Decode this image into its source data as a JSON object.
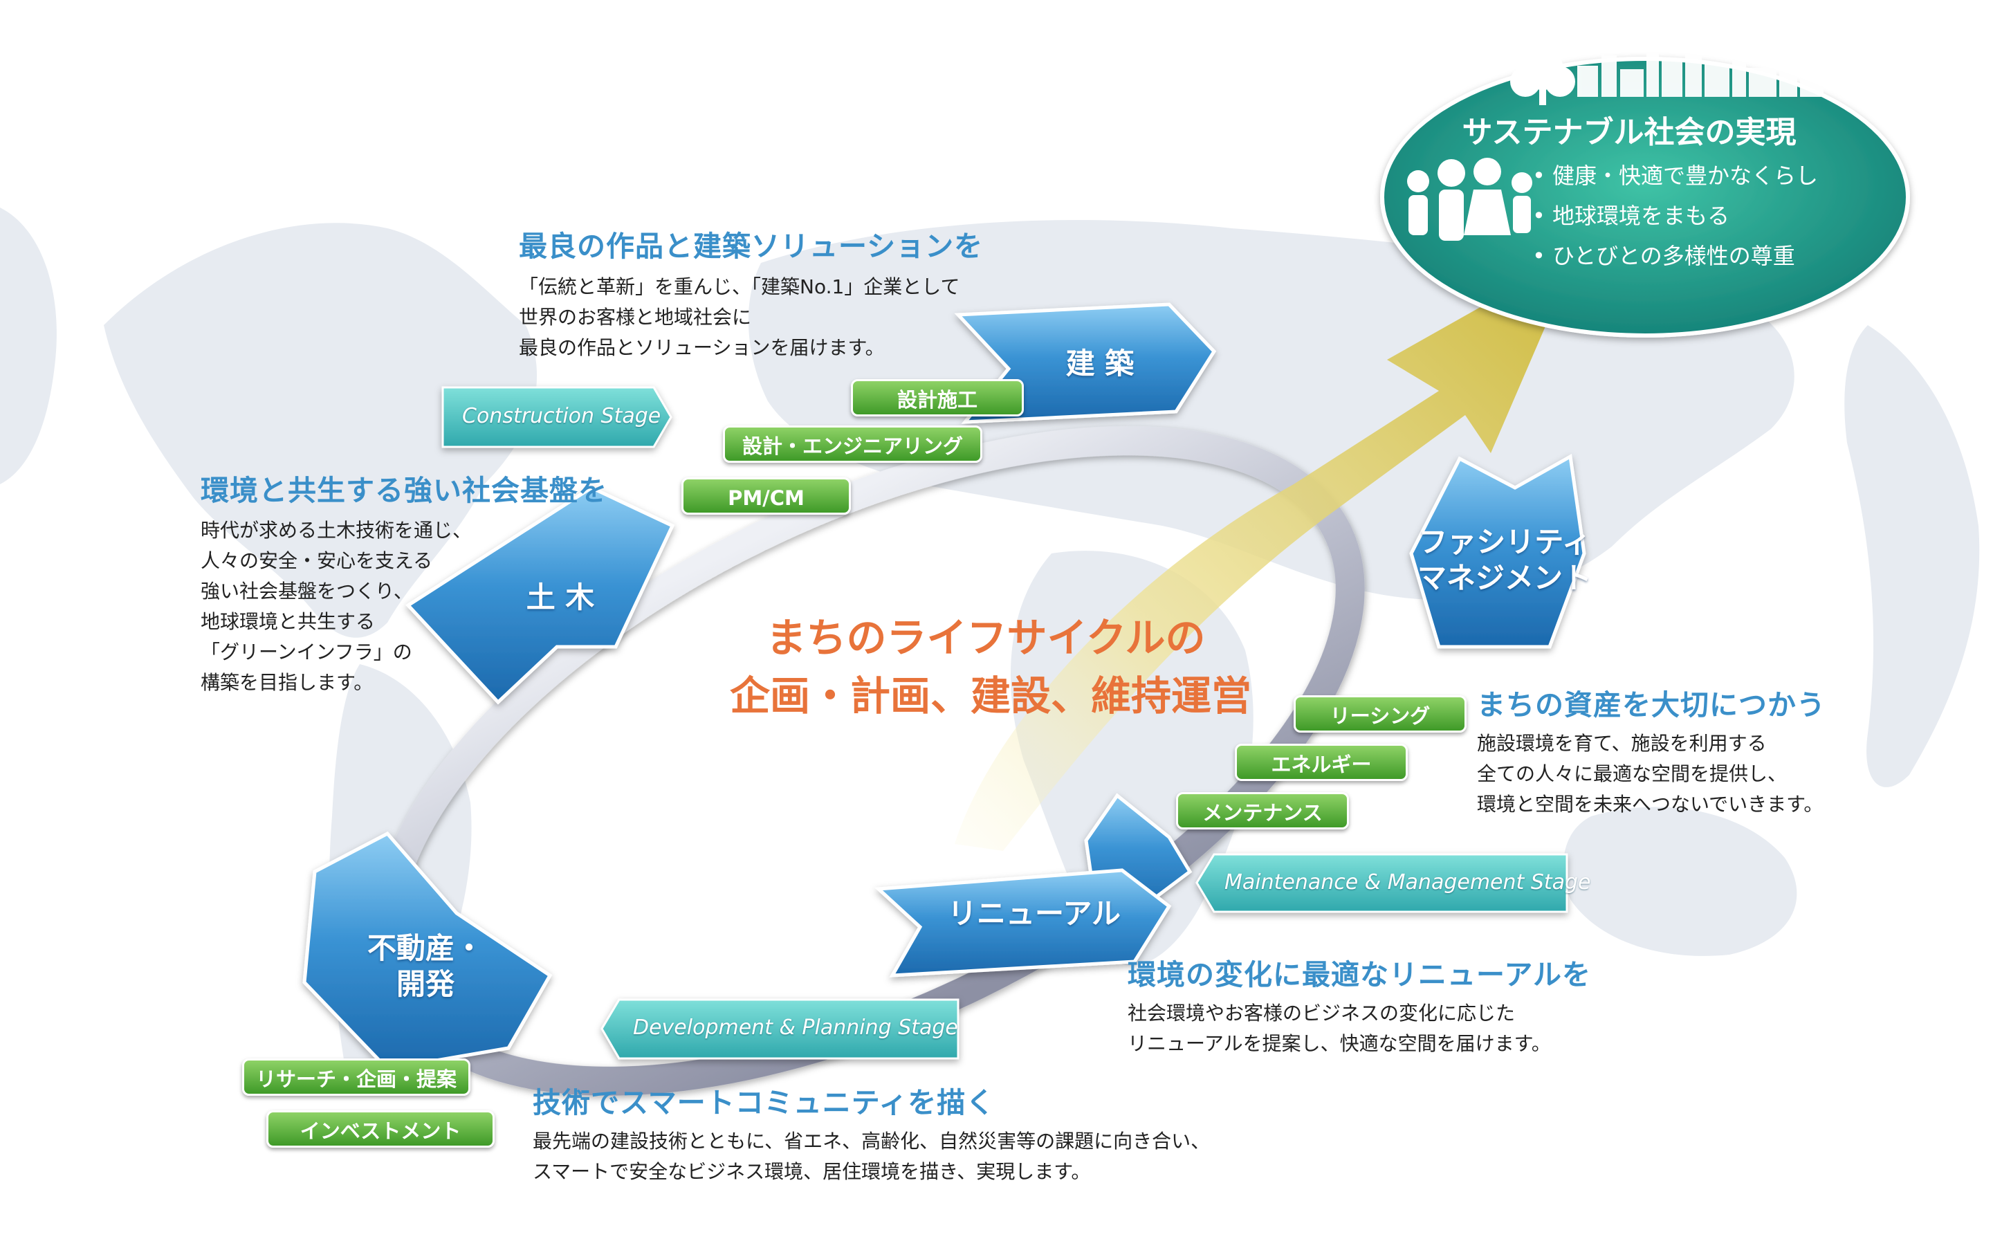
{
  "goal": {
    "title": "サステナブル社会の実現",
    "items": [
      "• 健康・快適で豊かなくらし",
      "• 地球環境をまもる",
      "• ひとびとの多様性の尊重"
    ],
    "icons": [
      "city-skyline-icon",
      "tree-icon",
      "family-icon"
    ]
  },
  "center_title": {
    "line1": "まちのライフサイクルの",
    "line2": "企画・計画、建設、維持運営"
  },
  "arrows": {
    "architecture": "建 築",
    "civil": "土 木",
    "facility_line1": "ファシリティ",
    "facility_line2": "マネジメント",
    "renewal": "リニューアル",
    "realestate_line1": "不動産・",
    "realestate_line2": "開発"
  },
  "stages": {
    "construction": "Construction Stage",
    "maintenance": "Maintenance & Management Stage",
    "development": "Development & Planning Stage"
  },
  "pills": {
    "design_construction": "設計施工",
    "design_engineering": "設計・エンジニアリング",
    "pmcm": "PM/CM",
    "leasing": "リーシング",
    "energy": "エネルギー",
    "maintenance": "メンテナンス",
    "research": "リサーチ・企画・提案",
    "investment": "インベストメント"
  },
  "sections": {
    "architecture": {
      "heading": "最良の作品と建築ソリューションを",
      "lines": [
        "「伝統と革新」を重んじ、「建築No.1」企業として",
        "世界のお客様と地域社会に",
        "最良の作品とソリューションを届けます。"
      ]
    },
    "civil": {
      "heading": "環境と共生する強い社会基盤を",
      "lines": [
        "時代が求める土木技術を通じ、",
        "人々の安全・安心を支える",
        "強い社会基盤をつくり、",
        "地球環境と共生する",
        "「グリーンインフラ」の",
        "構築を目指します。"
      ]
    },
    "facility": {
      "heading": "まちの資産を大切につかう",
      "lines": [
        "施設環境を育て、施設を利用する",
        "全ての人々に最適な空間を提供し、",
        "環境と空間を未来へつないでいきます。"
      ]
    },
    "renewal": {
      "heading": "環境の変化に最適なリニューアルを",
      "lines": [
        "社会環境やお客様のビジネスの変化に応じた",
        "リニューアルを提案し、快適な空間を届けます。"
      ]
    },
    "smart": {
      "heading": "技術でスマートコミュニティを描く",
      "lines": [
        "最先端の建設技術とともに、省エネ、高齢化、自然災害等の課題に向き合い、",
        "スマートで安全なビジネス環境、居住環境を描き、実現します。"
      ]
    }
  },
  "colors": {
    "heading": "#3a8fc9",
    "arrow": "#2f86c9",
    "pill": "#5cb33c",
    "stage": "#45c2c0",
    "goal": "#1e9a8a",
    "center_title": "#e8733a",
    "big_arrow": "#d6c650"
  }
}
